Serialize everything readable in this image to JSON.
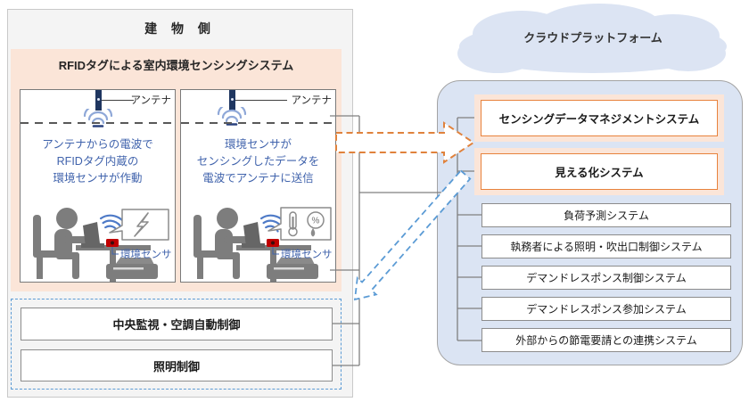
{
  "building": {
    "title": "建 物 側",
    "rfid_system": {
      "title": "RFIDタグによる室内環境センシングシステム",
      "panels": [
        {
          "antenna_label": "アンテナ",
          "lines": [
            "アンテナからの電波で",
            "RFIDタグ内蔵の",
            "環境センサが作動"
          ],
          "sensor_label": "環境センサ"
        },
        {
          "antenna_label": "アンテナ",
          "lines": [
            "環境センサが",
            "センシングしたデータを",
            "電波でアンテナに送信"
          ],
          "sensor_label": "環境センサ",
          "humidity_symbol": "%"
        }
      ]
    },
    "control_boxes": [
      {
        "label": "中央監視・空調自動制御"
      },
      {
        "label": "照明制御"
      }
    ]
  },
  "cloud": {
    "title": "クラウドプラットフォーム",
    "systems": [
      {
        "label": "センシングデータマネジメントシステム",
        "highlight": true
      },
      {
        "label": "見える化システム",
        "highlight": true
      },
      {
        "label": "負荷予測システム",
        "highlight": false
      },
      {
        "label": "執務者による照明・吹出口制御システム",
        "highlight": false
      },
      {
        "label": "デマンドレスポンス制御システム",
        "highlight": false
      },
      {
        "label": "デマンドレスポンス参加システム",
        "highlight": false
      },
      {
        "label": "外部からの節電要請との連携システム",
        "highlight": false
      }
    ]
  },
  "colors": {
    "peach": "#fbe5d8",
    "highlight_border": "#e8823c",
    "panel_text_blue": "#4063ac",
    "cloud_fill": "#dce4f3",
    "dashed_blue": "#5b9bd5",
    "dashed_orange": "#e0823c",
    "connector_gray": "#7f7f7f",
    "sensor_red": "#c00000"
  }
}
